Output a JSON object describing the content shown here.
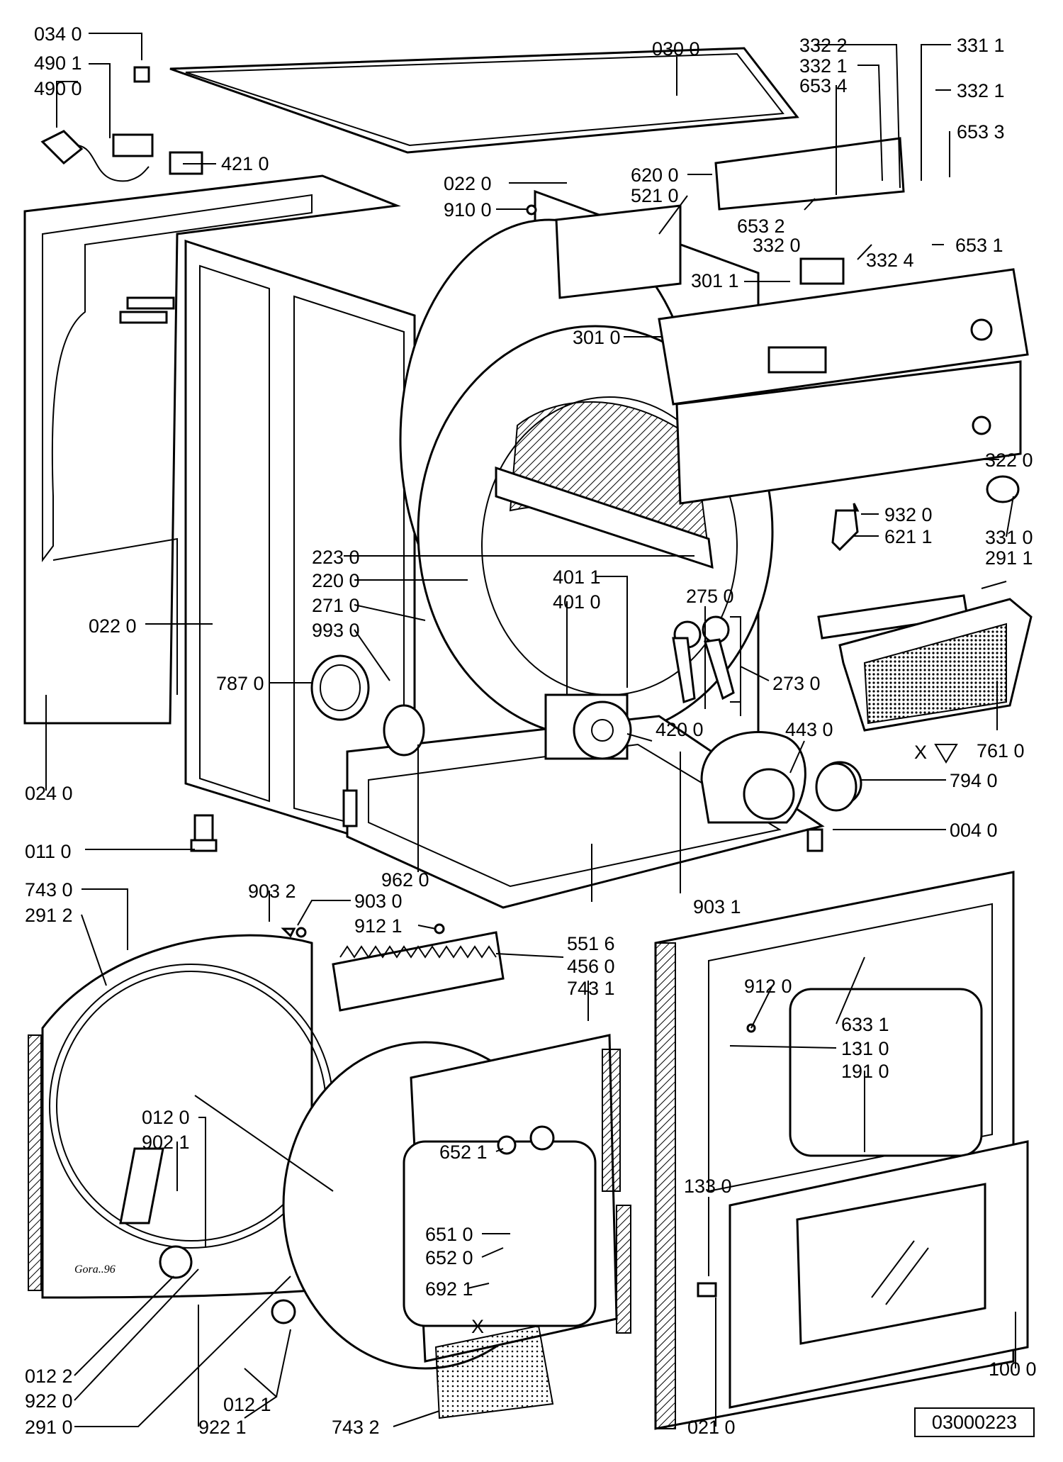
{
  "drawing_code": "03000223",
  "callouts": {
    "c0340": "034 0",
    "c4901": "490 1",
    "c4900": "490 0",
    "c4210": "421 0",
    "c0300": "030 0",
    "c3322": "332 2",
    "c3321": "332 1",
    "c6534": "653 4",
    "c3311": "331 1",
    "c3321b": "332 1",
    "c6533": "653 3",
    "c6200": "620 0",
    "c0220a": "022 0",
    "c5210": "521 0",
    "c9100": "910 0",
    "c6532": "653 2",
    "c3320": "332 0",
    "c3324": "332 4",
    "c6531": "653 1",
    "c3011": "301 1",
    "c3010": "301 0",
    "c3220": "322 0",
    "c3310": "331 0",
    "c9320": "932 0",
    "c6211": "621 1",
    "c2911": "291 1",
    "c2230": "223 0",
    "c2200": "220 0",
    "c2710": "271 0",
    "c9930": "993 0",
    "c4011": "401 1",
    "c4010": "401 0",
    "c2750": "275 0",
    "c0220b": "022 0",
    "c7870": "787 0",
    "c2730": "273 0",
    "c4200": "420 0",
    "c4430": "443 0",
    "c7610": "761 0",
    "c7940": "794 0",
    "c0240": "024 0",
    "c0040": "004 0",
    "c0110": "011 0",
    "c9620": "962 0",
    "c9031": "903 1",
    "c7430": "743 0",
    "c9032": "903 2",
    "c9030": "903 0",
    "c2912": "291 2",
    "c9121": "912 1",
    "c5516": "551 6",
    "c4560": "456 0",
    "c7431": "743 1",
    "c9120": "912 0",
    "c6331": "633 1",
    "c1310": "131 0",
    "c1910": "191 0",
    "c0120": "012 0",
    "c9021": "902 1",
    "c6521": "652 1",
    "c1330": "133 0",
    "c6510": "651 0",
    "c6520": "652 0",
    "c6921": "692 1",
    "c0122": "012 2",
    "c9220": "922 0",
    "c2910": "291 0",
    "c0121": "012 1",
    "c9221": "922 1",
    "c7432": "743 2",
    "c0210": "021 0",
    "c1000": "100 0"
  },
  "marks": {
    "x1": "X",
    "x2": "X"
  },
  "brand_plate": "Gora..96"
}
